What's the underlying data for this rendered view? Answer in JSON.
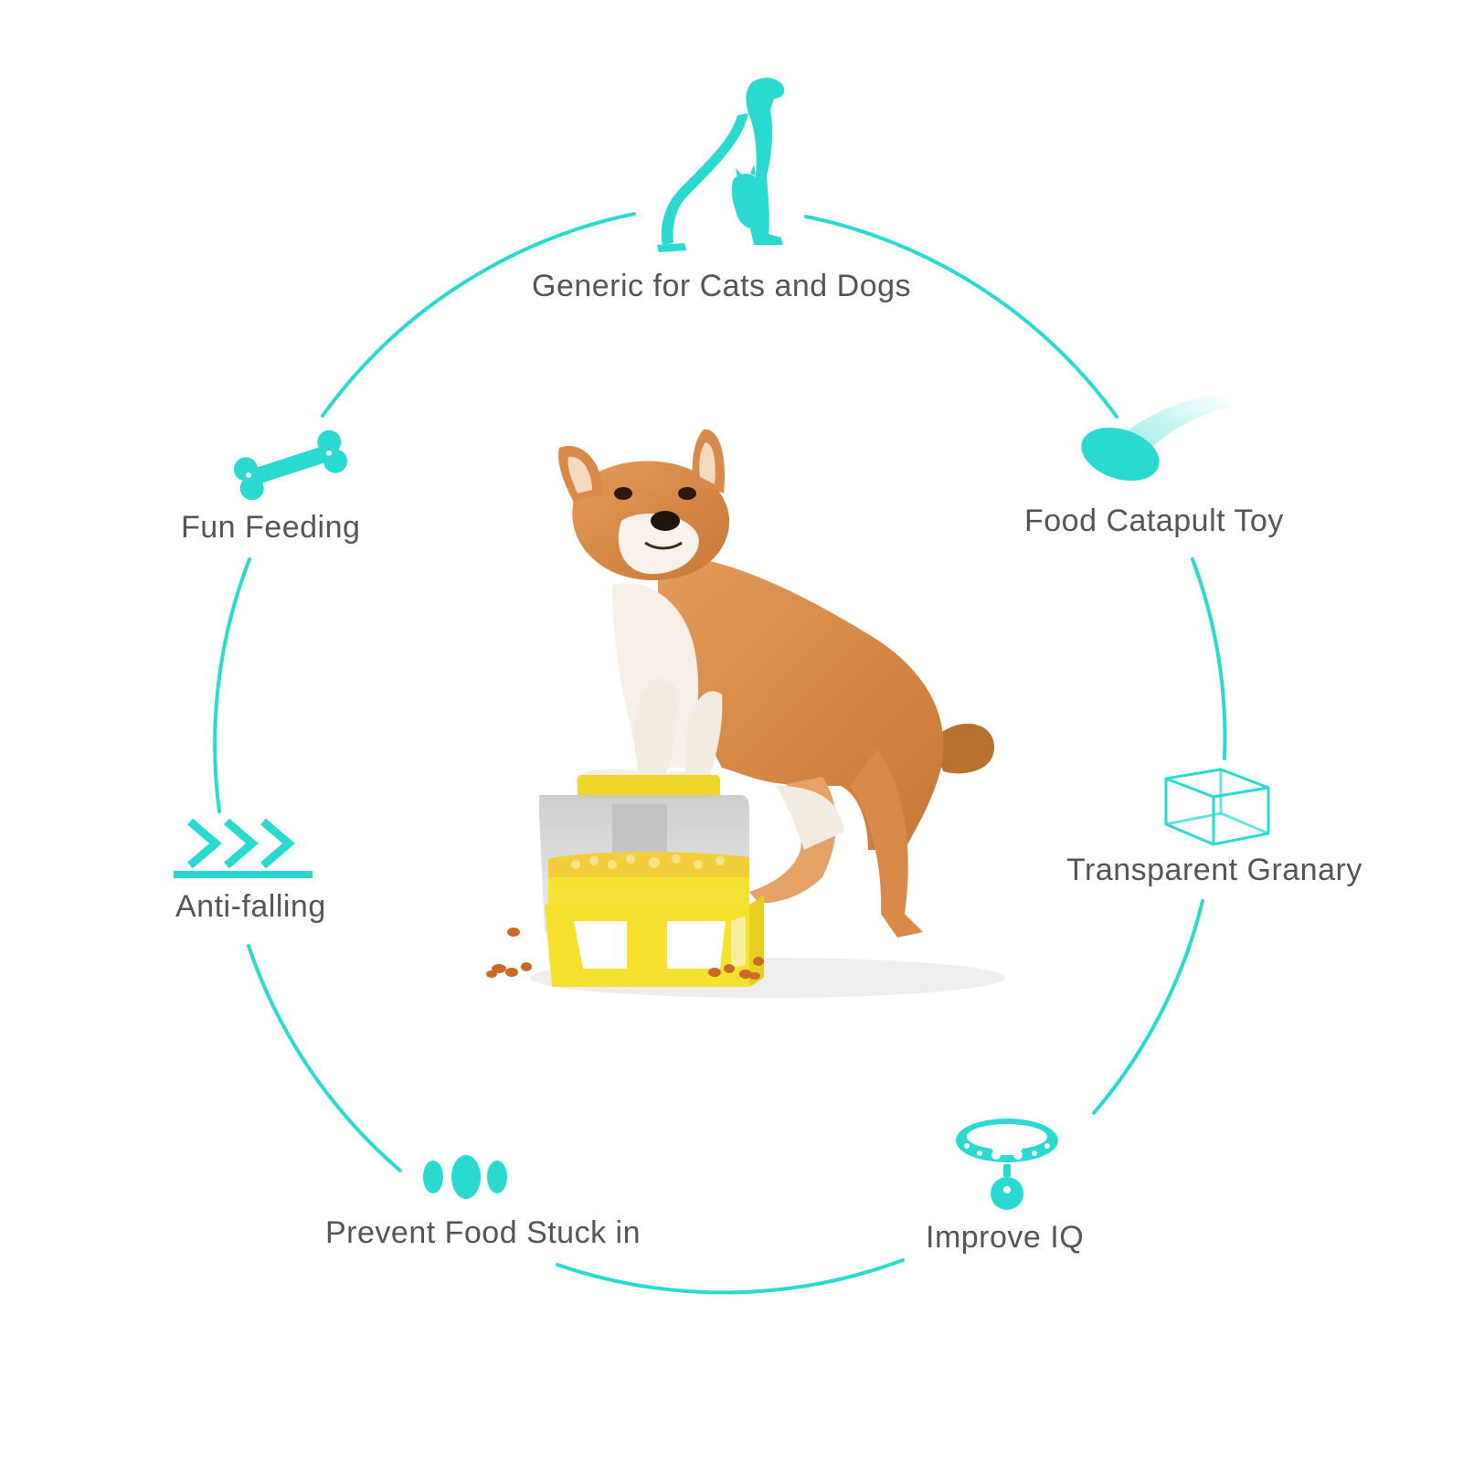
{
  "colors": {
    "accent": "#2ad9cf",
    "text": "#555555",
    "feeder_yellow": "#f5e12e",
    "dog_fur": "#d98a4b"
  },
  "features": [
    {
      "label": "Generic for Cats and Dogs",
      "icon": "dog-and-cat-icon"
    },
    {
      "label": "Food Catapult Toy",
      "icon": "flying-disc-icon"
    },
    {
      "label": "Transparent Granary",
      "icon": "transparent-box-icon"
    },
    {
      "label": "Improve IQ",
      "icon": "pet-collar-icon"
    },
    {
      "label": "Prevent Food Stuck in",
      "icon": "three-dots-icon"
    },
    {
      "label": "Anti-falling",
      "icon": "chevrons-right-icon"
    },
    {
      "label": "Fun Feeding",
      "icon": "bone-icon"
    }
  ],
  "center_image": {
    "subject": "dog-on-food-feeder-illustration"
  }
}
